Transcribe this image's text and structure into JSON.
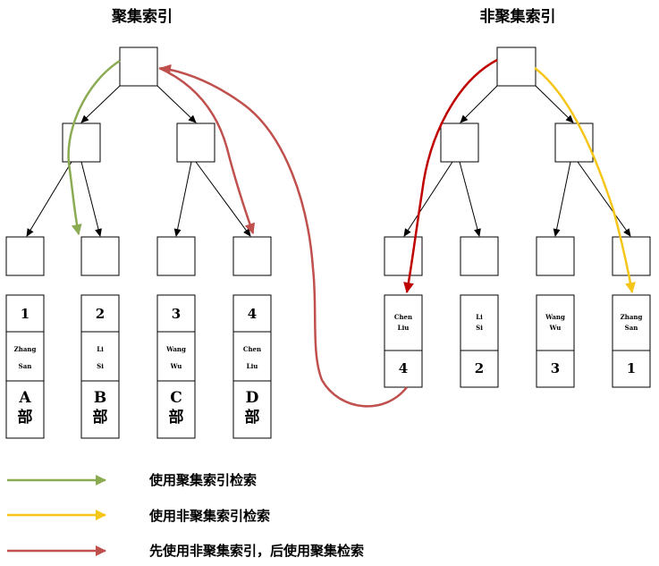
{
  "titles": {
    "clustered": "聚集索引",
    "nonclustered": "非聚集索引"
  },
  "clustered_records": [
    {
      "id": "1",
      "name_line1": "Zhang",
      "name_line2": "San",
      "dept_line1": "A",
      "dept_line2": "部"
    },
    {
      "id": "2",
      "name_line1": "Li",
      "name_line2": "Si",
      "dept_line1": "B",
      "dept_line2": "部"
    },
    {
      "id": "3",
      "name_line1": "Wang",
      "name_line2": "Wu",
      "dept_line1": "C",
      "dept_line2": "部"
    },
    {
      "id": "4",
      "name_line1": "Chen",
      "name_line2": "Liu",
      "dept_line1": "D",
      "dept_line2": "部"
    }
  ],
  "nonclustered_records": [
    {
      "name_line1": "Chen",
      "name_line2": "Liu",
      "id": "4"
    },
    {
      "name_line1": "Li",
      "name_line2": "Si",
      "id": "2"
    },
    {
      "name_line1": "Wang",
      "name_line2": "Wu",
      "id": "3"
    },
    {
      "name_line1": "Zhang",
      "name_line2": "San",
      "id": "1"
    }
  ],
  "legend": [
    {
      "label": "使用聚集索引检索",
      "color": "#8aab52"
    },
    {
      "label": "使用非聚集索引检索",
      "color": "#f5c518"
    },
    {
      "label": "先使用非聚集索引，后使用聚集检索",
      "color": "#c0504d"
    }
  ],
  "colors": {
    "green": "#8aab52",
    "yellow": "#f5c518",
    "red": "#c0504d",
    "dark_red": "#c00000"
  }
}
